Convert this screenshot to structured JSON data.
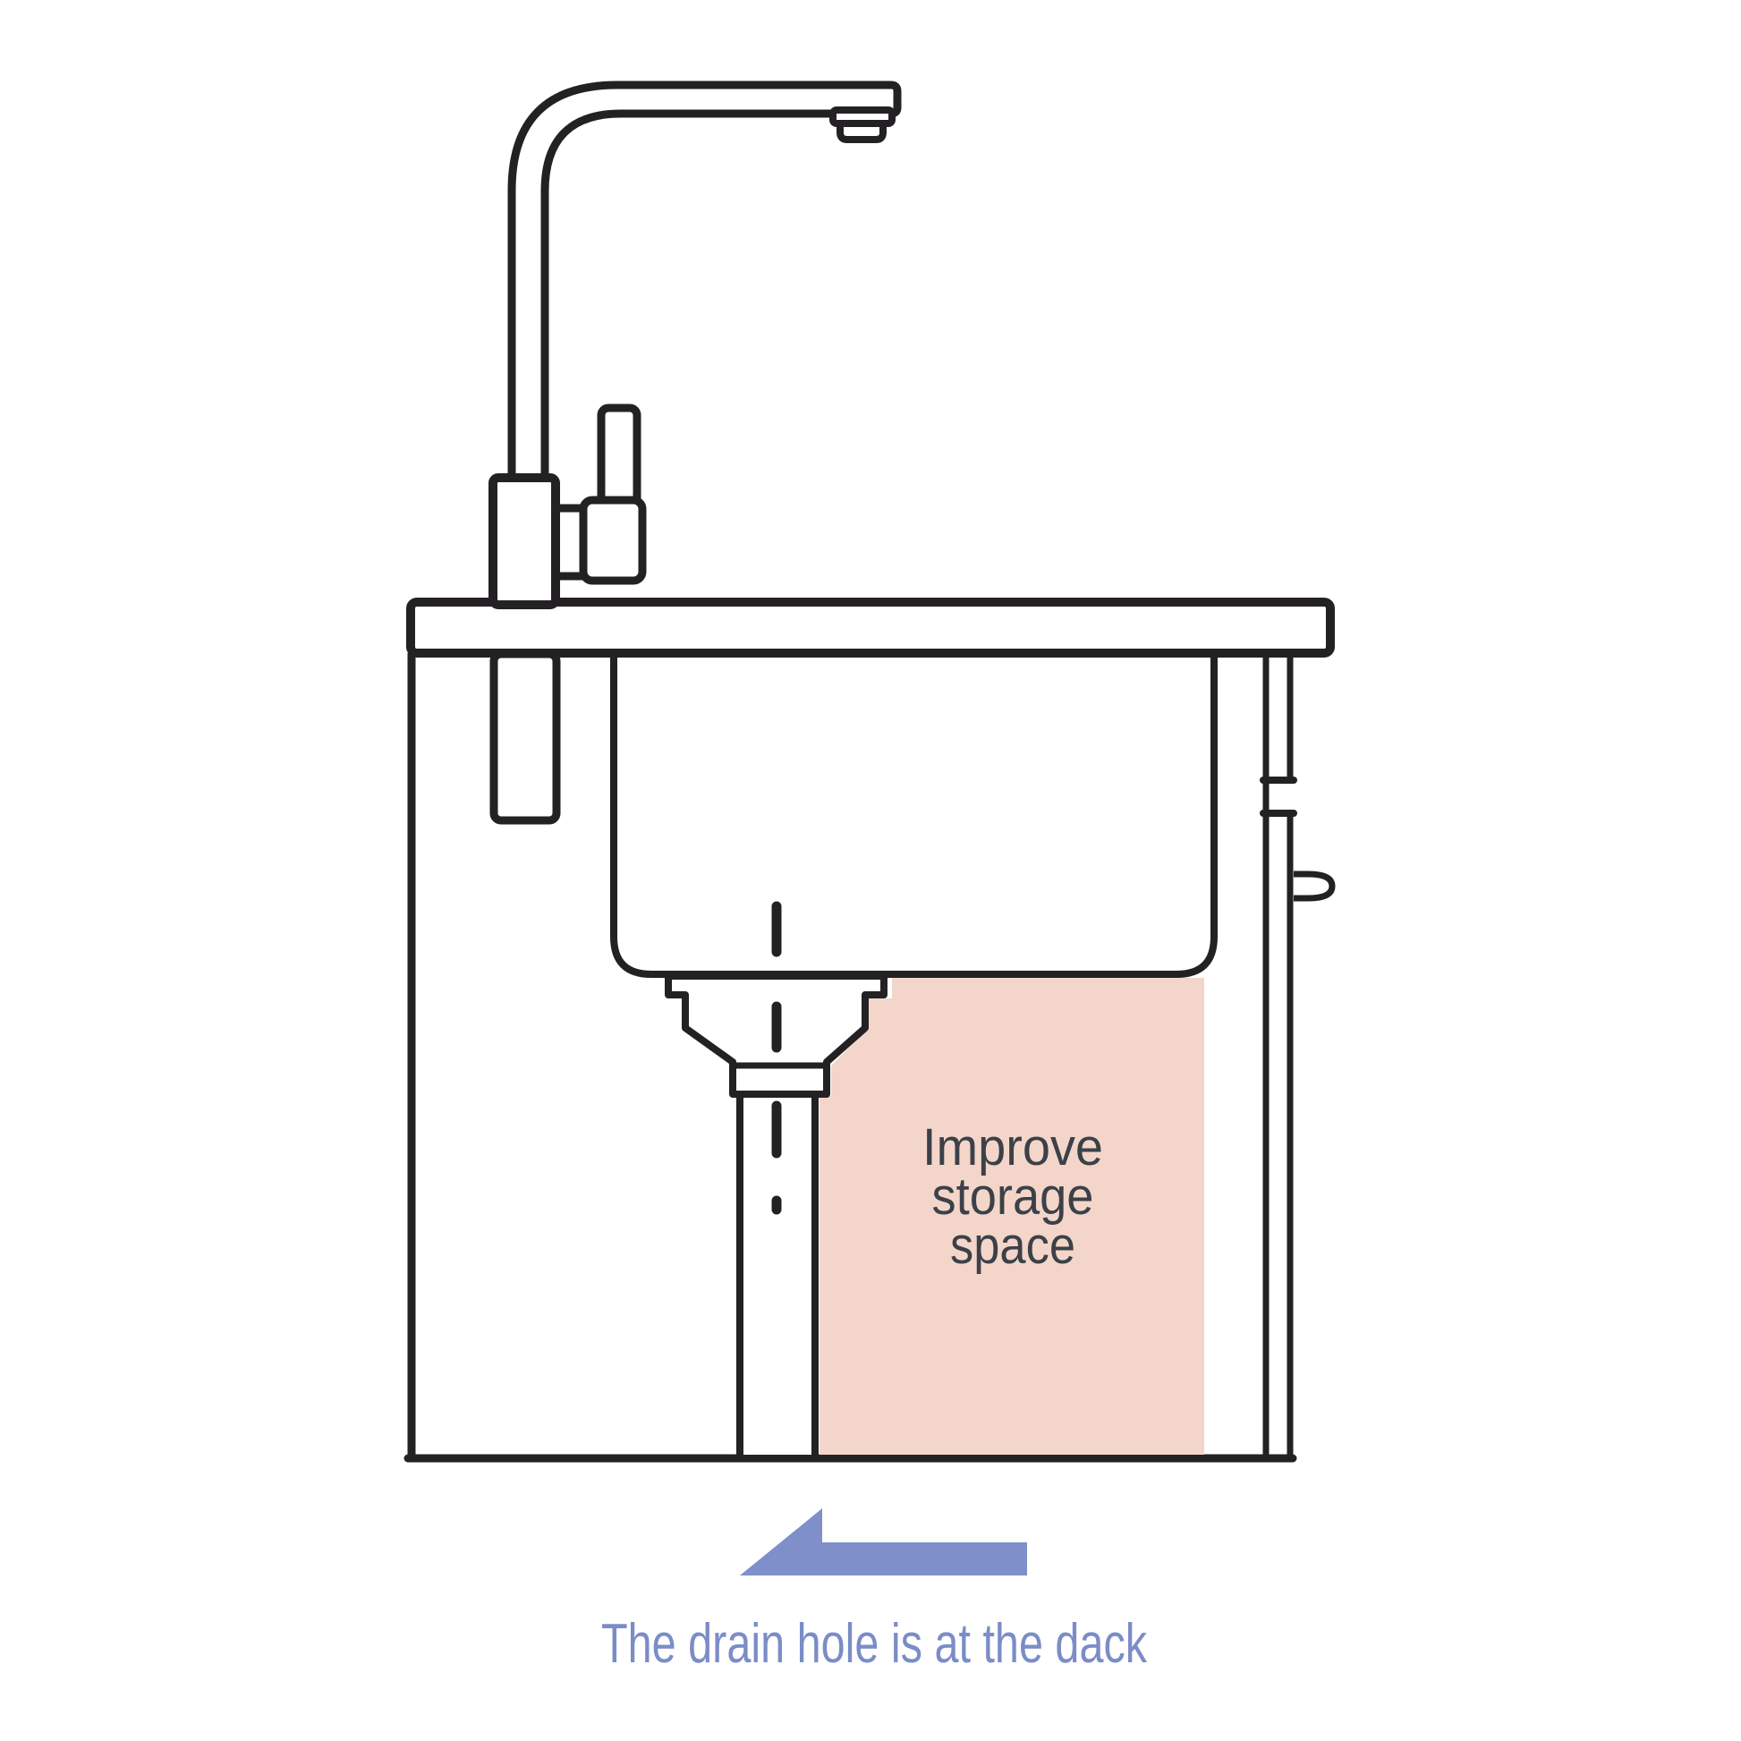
{
  "highlight": {
    "line1": "Improve",
    "line2": "storage",
    "line3": "space"
  },
  "caption": "The drain hole is at the dack",
  "colors": {
    "highlight_fill": "#f3d6c9",
    "label_text": "#3c4049",
    "arrow_fill": "#7e8fca",
    "caption_text": "#7b8cc8",
    "line": "#242124"
  }
}
